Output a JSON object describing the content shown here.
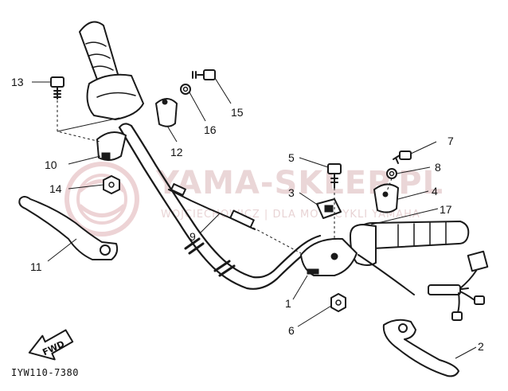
{
  "diagram_code": "IYW110-7380",
  "fwd_label": "FWD",
  "watermark": {
    "main": "YAMA-SKLEP.PL",
    "sub": "WOJCIECHOWICZ | DLA MOTOCYKLI YAMAHA"
  },
  "callouts": [
    {
      "id": "13",
      "label": "13"
    },
    {
      "id": "15",
      "label": "15"
    },
    {
      "id": "16",
      "label": "16"
    },
    {
      "id": "12",
      "label": "12"
    },
    {
      "id": "10",
      "label": "10"
    },
    {
      "id": "14",
      "label": "14"
    },
    {
      "id": "11",
      "label": "11"
    },
    {
      "id": "9",
      "label": "9"
    },
    {
      "id": "5",
      "label": "5"
    },
    {
      "id": "3",
      "label": "3"
    },
    {
      "id": "7",
      "label": "7"
    },
    {
      "id": "8",
      "label": "8"
    },
    {
      "id": "4",
      "label": "4"
    },
    {
      "id": "17",
      "label": "17"
    },
    {
      "id": "1",
      "label": "1"
    },
    {
      "id": "6",
      "label": "6"
    },
    {
      "id": "2",
      "label": "2"
    }
  ],
  "colors": {
    "ink": "#1a1a1a",
    "watermark": "#d9b6b8",
    "background": "#ffffff"
  }
}
